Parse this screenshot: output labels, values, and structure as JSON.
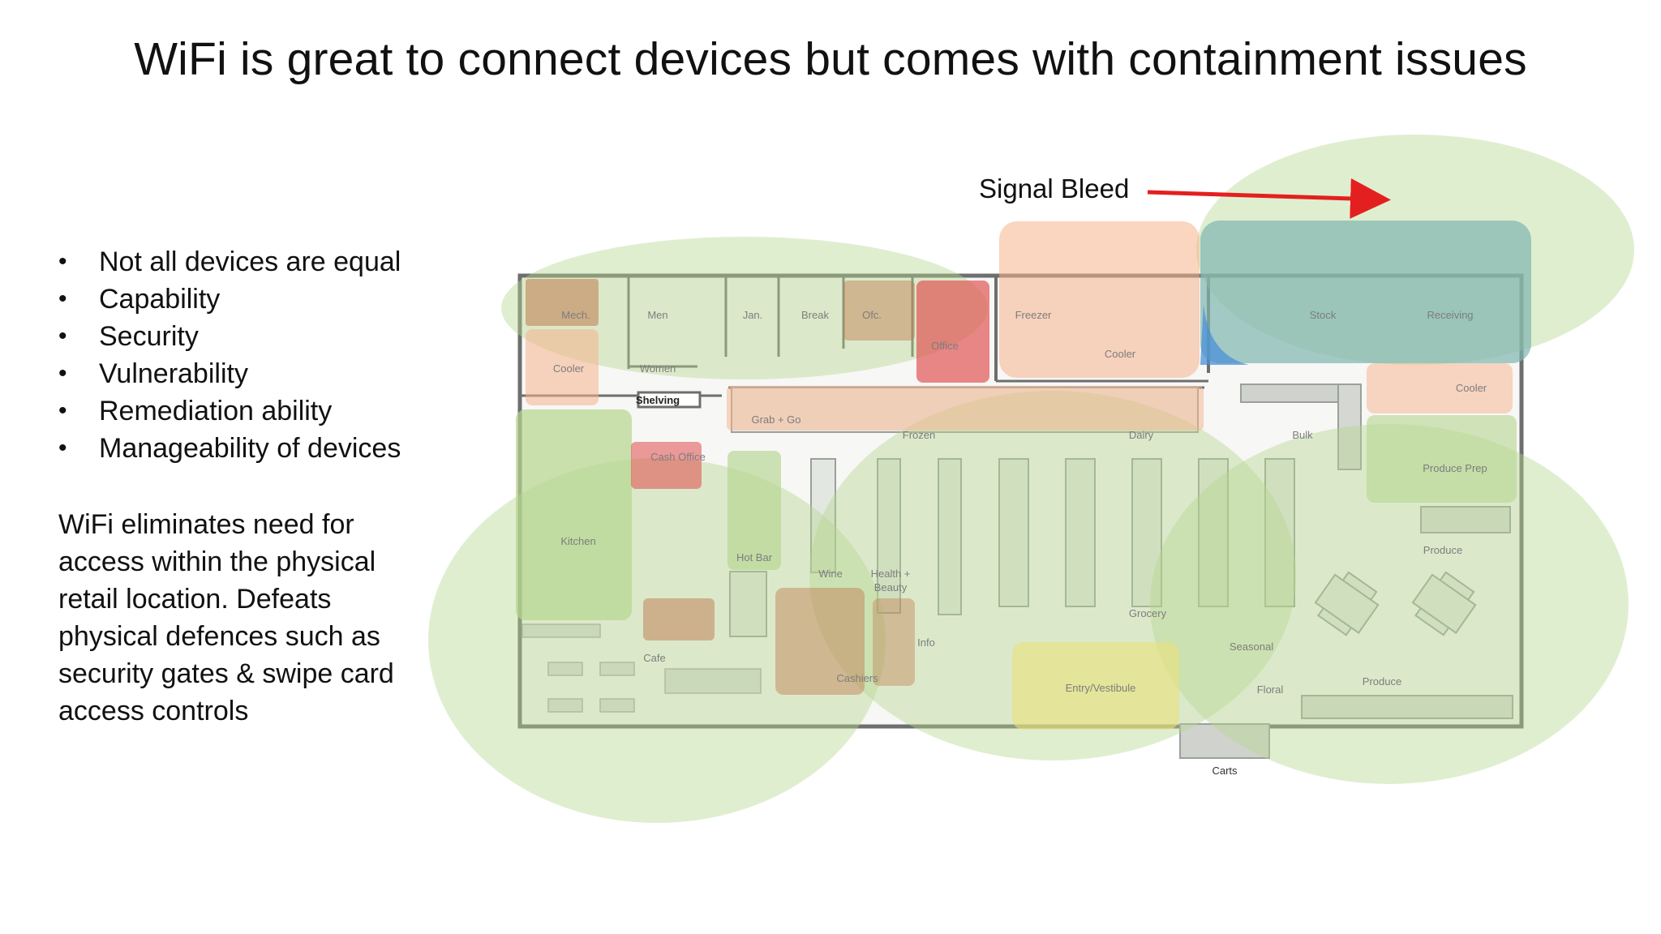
{
  "title": "WiFi is great to connect devices but comes with containment issues",
  "bullets": [
    "Not all devices are equal",
    "Capability",
    "Security",
    "Vulnerability",
    "Remediation ability",
    "Manageability of devices"
  ],
  "paragraph": "WiFi eliminates need for access within the physical retail location. Defeats physical defences such as security gates  & swipe card access controls",
  "annotation": {
    "label": "Signal Bleed",
    "arrow_color": "#e41f1f"
  },
  "floorplan": {
    "rooms": {
      "mech": "Mech.",
      "men": "Men",
      "jan": "Jan.",
      "break": "Break",
      "ofc": "Ofc.",
      "office": "Office",
      "freezer": "Freezer",
      "cooler_back": "Cooler",
      "stock": "Stock",
      "receiving": "Receiving",
      "cooler_left": "Cooler",
      "women": "Women",
      "shelving": "Shelving",
      "grab_go": "Grab + Go",
      "frozen": "Frozen",
      "dairy": "Dairy",
      "bulk": "Bulk",
      "cooler_right": "Cooler",
      "cash_office": "Cash Office",
      "produce_prep": "Produce Prep",
      "kitchen": "Kitchen",
      "hot_bar": "Hot Bar",
      "wine": "Wine",
      "health_beauty_1": "Health +",
      "health_beauty_2": "Beauty",
      "produce_top": "Produce",
      "grocery": "Grocery",
      "info": "Info",
      "seasonal": "Seasonal",
      "cafe": "Cafe",
      "entry": "Entry/Vestibule",
      "cashiers": "Cashiers",
      "floral": "Floral",
      "produce_bottom": "Produce",
      "carts": "Carts"
    },
    "zone_colors": {
      "wifi_green": "#b5d68f",
      "bleed_orange": "#f6b28a",
      "red": "#e04a4a",
      "blue": "#4b8fd6",
      "teal": "#7fb5b0",
      "yellow": "#e9e17a",
      "brown": "#c07a4d"
    }
  }
}
